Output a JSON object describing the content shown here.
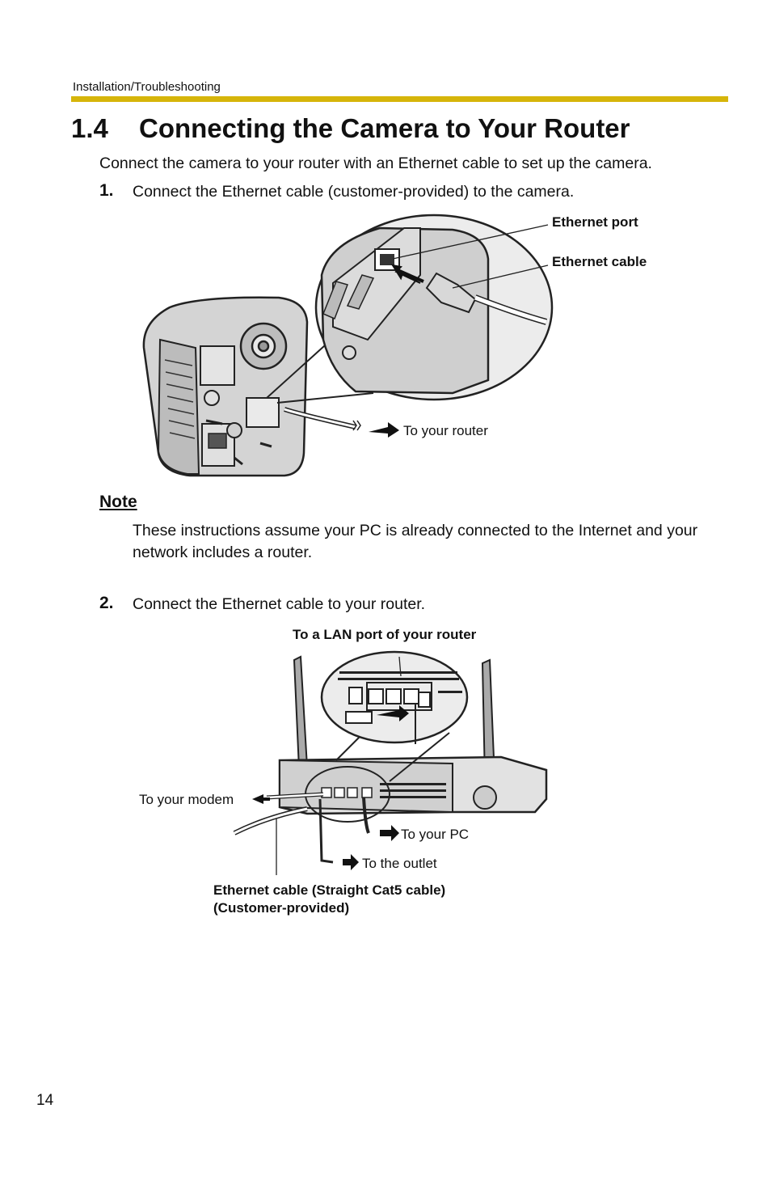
{
  "header": {
    "section_label": "Installation/Troubleshooting"
  },
  "section": {
    "number": "1.4",
    "title": "Connecting the Camera to Your Router"
  },
  "intro": "Connect the camera to your router with an Ethernet cable to set up the camera.",
  "steps": [
    {
      "number": "1.",
      "text": "Connect the Ethernet cable (customer-provided) to the camera."
    },
    {
      "number": "2.",
      "text": "Connect the Ethernet cable to your router."
    }
  ],
  "figure1": {
    "labels": {
      "ethernet_port": "Ethernet port",
      "ethernet_cable": "Ethernet cable",
      "to_router": "To your router"
    }
  },
  "note": {
    "title": "Note",
    "body": "These instructions assume your PC is already connected to the Internet and your network includes a router."
  },
  "figure2": {
    "labels": {
      "lan_port": "To a LAN port of your router",
      "to_modem": "To your modem",
      "to_pc": "To your PC",
      "to_outlet": "To the outlet",
      "cable_line1": "Ethernet cable (Straight Cat5 cable)",
      "cable_line2": "(Customer-provided)"
    }
  },
  "footer": {
    "page_number": "14"
  }
}
